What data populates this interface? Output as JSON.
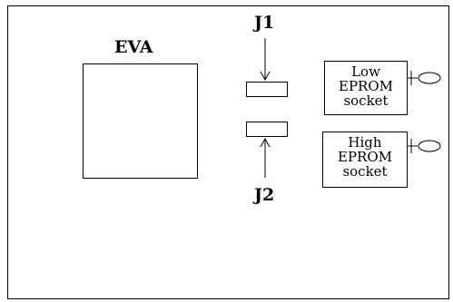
{
  "title": "EVA",
  "jumpers": {
    "j1_label": "J1",
    "j2_label": "J2"
  },
  "sockets": {
    "low": [
      "Low",
      "EPROM",
      "socket"
    ],
    "high": [
      "High",
      "EPROM",
      "socket"
    ]
  }
}
